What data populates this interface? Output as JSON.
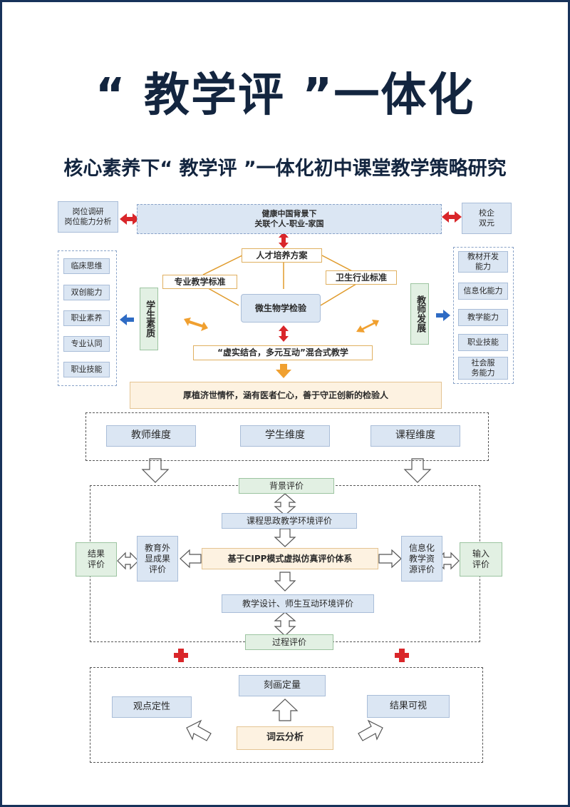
{
  "title": "“ 教学评 ”一体化",
  "subtitle": "核心素养下“ 教学评 ”一体化初中课堂教学策略研究",
  "top": {
    "left_box": "岗位调研\n岗位能力分析",
    "banner_line1": "健康中国背景下",
    "banner_line2": "关联个人-职业-家国",
    "right_box": "校企\n双元"
  },
  "left_panel": [
    "临床思维",
    "双创能力",
    "职业素养",
    "专业认同",
    "职业技能"
  ],
  "left_label": "学生素质",
  "right_panel": [
    "教材开发\n能力",
    "信息化能力",
    "教学能力",
    "职业技能",
    "社会服\n务能力"
  ],
  "right_label": "教师发展",
  "center": {
    "plan": "人才培养方案",
    "standard_left": "专业教学标准",
    "standard_right": "卫生行业标准",
    "core": "微生物学检验",
    "mixed": "“虚实结合，多元互动”混合式教学",
    "goal": "厚植济世情怀，涵有医者仁心，善于守正创新的检验人"
  },
  "dimensions": [
    "教师维度",
    "学生维度",
    "课程维度"
  ],
  "cipp": {
    "background": "背景评价",
    "course_env": "课程思政教学环境评价",
    "system": "基于CIPP模式虚拟仿真评价体系",
    "design_env": "教学设计、师生互动环境评价",
    "process": "过程评价",
    "result_label": "结果\n评价",
    "outcome": "教育外\n显成果\n评价",
    "info": "信息化\n教学资\n源评价",
    "input_label": "输入\n评价"
  },
  "analysis": {
    "portray": "刻画定量",
    "viewpoint": "观点定性",
    "visual": "结果可视",
    "wordcloud": "词云分析"
  }
}
